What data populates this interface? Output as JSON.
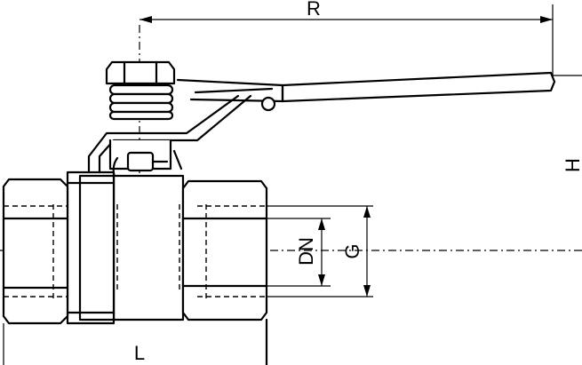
{
  "labels": {
    "R": "R",
    "H": "H",
    "DN": "DN",
    "G": "G",
    "L": "L"
  },
  "colors": {
    "stroke": "#000000",
    "background": "#ffffff"
  }
}
